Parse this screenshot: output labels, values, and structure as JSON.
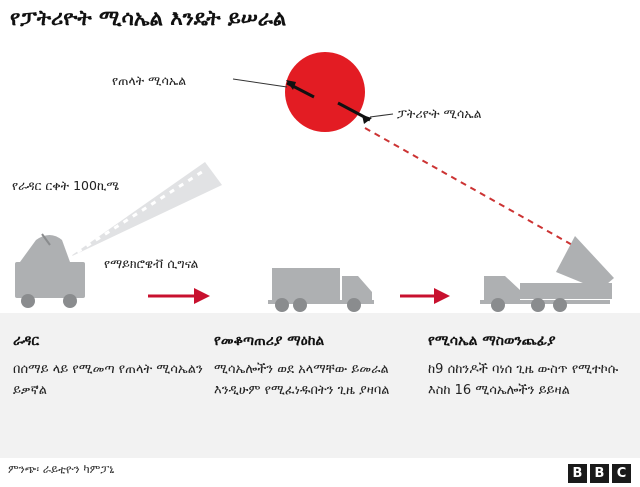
{
  "title": "የፓትሪዮት ሚሳኤል እንዴት ይሠራል",
  "labels": {
    "enemy_missile": "የጠላት ሚሳኤል",
    "patriot_missile": "ፓትሪዮት ሚሳኤል",
    "radar_range": "የራዳር ርቀት 100ኪሜ",
    "microwave_signal": "የማይክሮዌቭ ሲግናል"
  },
  "stages": [
    {
      "heading": "ራዳር",
      "description": "በሰማይ ላይ የሚመጣ የጠላት ሚሳኤልን ይቃኛል"
    },
    {
      "heading": "የመቆጣጠሪያ ማዕከል",
      "description": "ሚሳኤሎችን ወደ አላማቸው ይመራል እንዲሁም የሚፈነዱበትን ጊዜ ያዛባል"
    },
    {
      "heading": "የሚሳኤል ማስወንጨፊያ",
      "description": "ከ9 ሰከንዶች ባነሰ ጊዜ ውስጥ የሚተኮሱ እስከ 16 ሚሳኤሎችን ይይዛል"
    }
  ],
  "source": "ምንጭ፡ ራይቲዮን ካምፓኒ",
  "brand": [
    "B",
    "B",
    "C"
  ],
  "colors": {
    "accent_red": "#c8102e",
    "vehicle_gray": "#aeb0b2",
    "panel_bg": "#f2f2f2",
    "intercept_dash": "#cc3333"
  }
}
